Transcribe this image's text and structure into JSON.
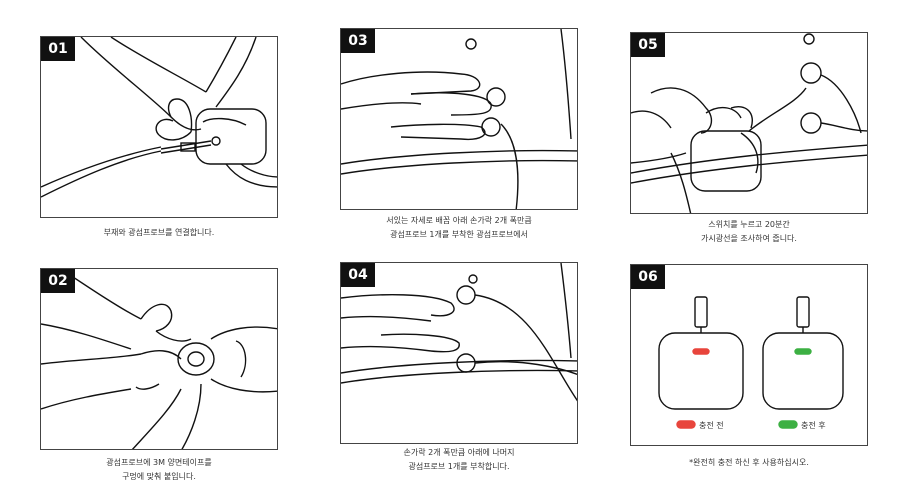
{
  "steps": [
    {
      "number": "01",
      "caption": [
        "부재와 광섬프로브를 연결합니다."
      ]
    },
    {
      "number": "02",
      "caption": [
        "광섬프로브에 3M 양면테이프를",
        "구멍에 맞춰 붙입니다."
      ]
    },
    {
      "number": "03",
      "caption": [
        "서있는 자세로 배꼽 아래 손가락 2개 폭만큼",
        "광섬프로브 1개를 부착한 광섬프로브에서"
      ]
    },
    {
      "number": "04",
      "caption": [
        "손가락 2개 폭만큼 아래에 나머지",
        "광섬프로브 1개를 부착합니다."
      ]
    },
    {
      "number": "05",
      "caption": [
        "스위치를 누르고 20분간",
        "가시광선을 조사하여 줍니다."
      ]
    },
    {
      "number": "06",
      "caption": [
        "*완전히 충전 하신 후 사용하십시오."
      ]
    }
  ],
  "charging": {
    "before_label": "충전 전",
    "after_label": "충전 후",
    "before_color": "#e8453c",
    "after_color": "#3cb043"
  }
}
